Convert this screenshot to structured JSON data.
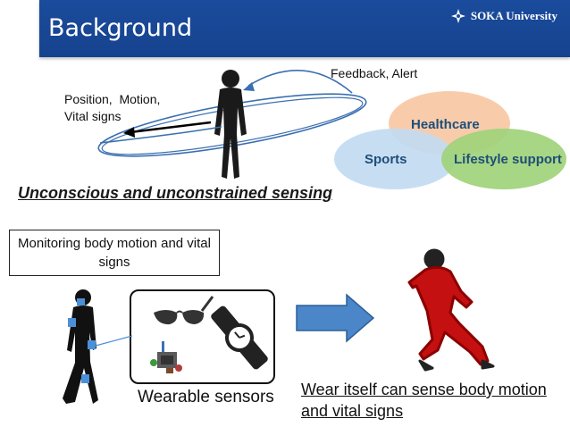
{
  "header": {
    "title": "Background",
    "logo_text": "SOKA University"
  },
  "top_diagram": {
    "position_label": "Position,  Motion,\nVital signs",
    "feedback_label": "Feedback, Alert",
    "sensing_heading": "Unconscious and unconstrained sensing"
  },
  "venn": {
    "healthcare": "Healthcare",
    "sports": "Sports",
    "lifestyle": "Lifestyle support",
    "colors": {
      "healthcare": "#f8c9a7",
      "sports": "#c2dbf1",
      "lifestyle": "#9fd27a"
    }
  },
  "bottom_diagram": {
    "monitor_box": "Monitoring body motion and vital signs",
    "sensors_caption": "Wearable sensors",
    "result_text": "Wear itself can sense body motion and vital signs"
  },
  "icons": [
    "person-silhouette-icon",
    "glasses-icon",
    "wristwatch-icon",
    "chip-sensor-icon",
    "arrow-right-icon",
    "running-man-icon",
    "soka-logo-icon"
  ]
}
